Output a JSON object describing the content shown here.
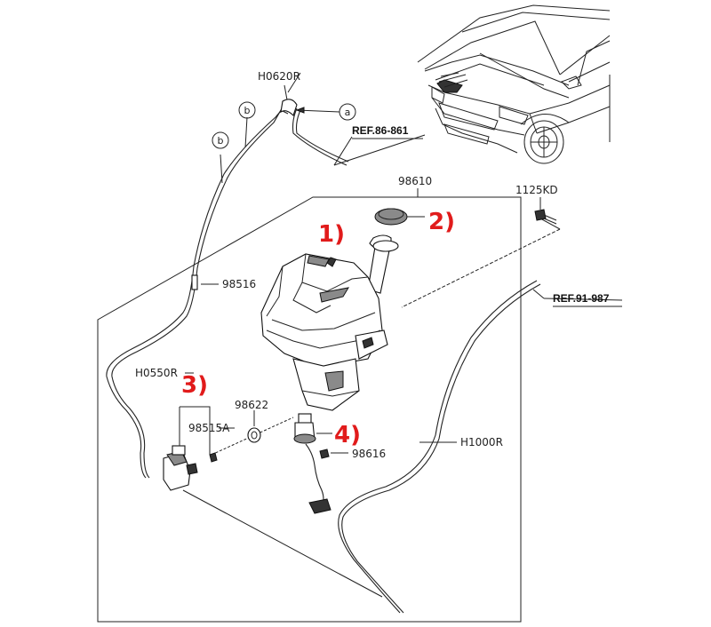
{
  "labels": {
    "tank": "98610",
    "bolt": "1125KD",
    "connector_98516": "98516",
    "hose_h0620r": "H0620R",
    "hose_h0550r": "H0550R",
    "hose_h1000r": "H1000R",
    "grommet_98622": "98622",
    "pump_98515a": "98515A",
    "sensor_98616": "98616"
  },
  "refs": {
    "ref_top": "REF.86-861",
    "ref_right": "REF.91-987"
  },
  "circle_marks": {
    "a": "a",
    "b1": "b",
    "b2": "b"
  },
  "callouts": {
    "c1": "1)",
    "c2": "2)",
    "c3": "3)",
    "c4": "4)"
  },
  "colors": {
    "callout": "#e11b1b",
    "line": "#222222",
    "part_gray": "#8a8a8a"
  }
}
